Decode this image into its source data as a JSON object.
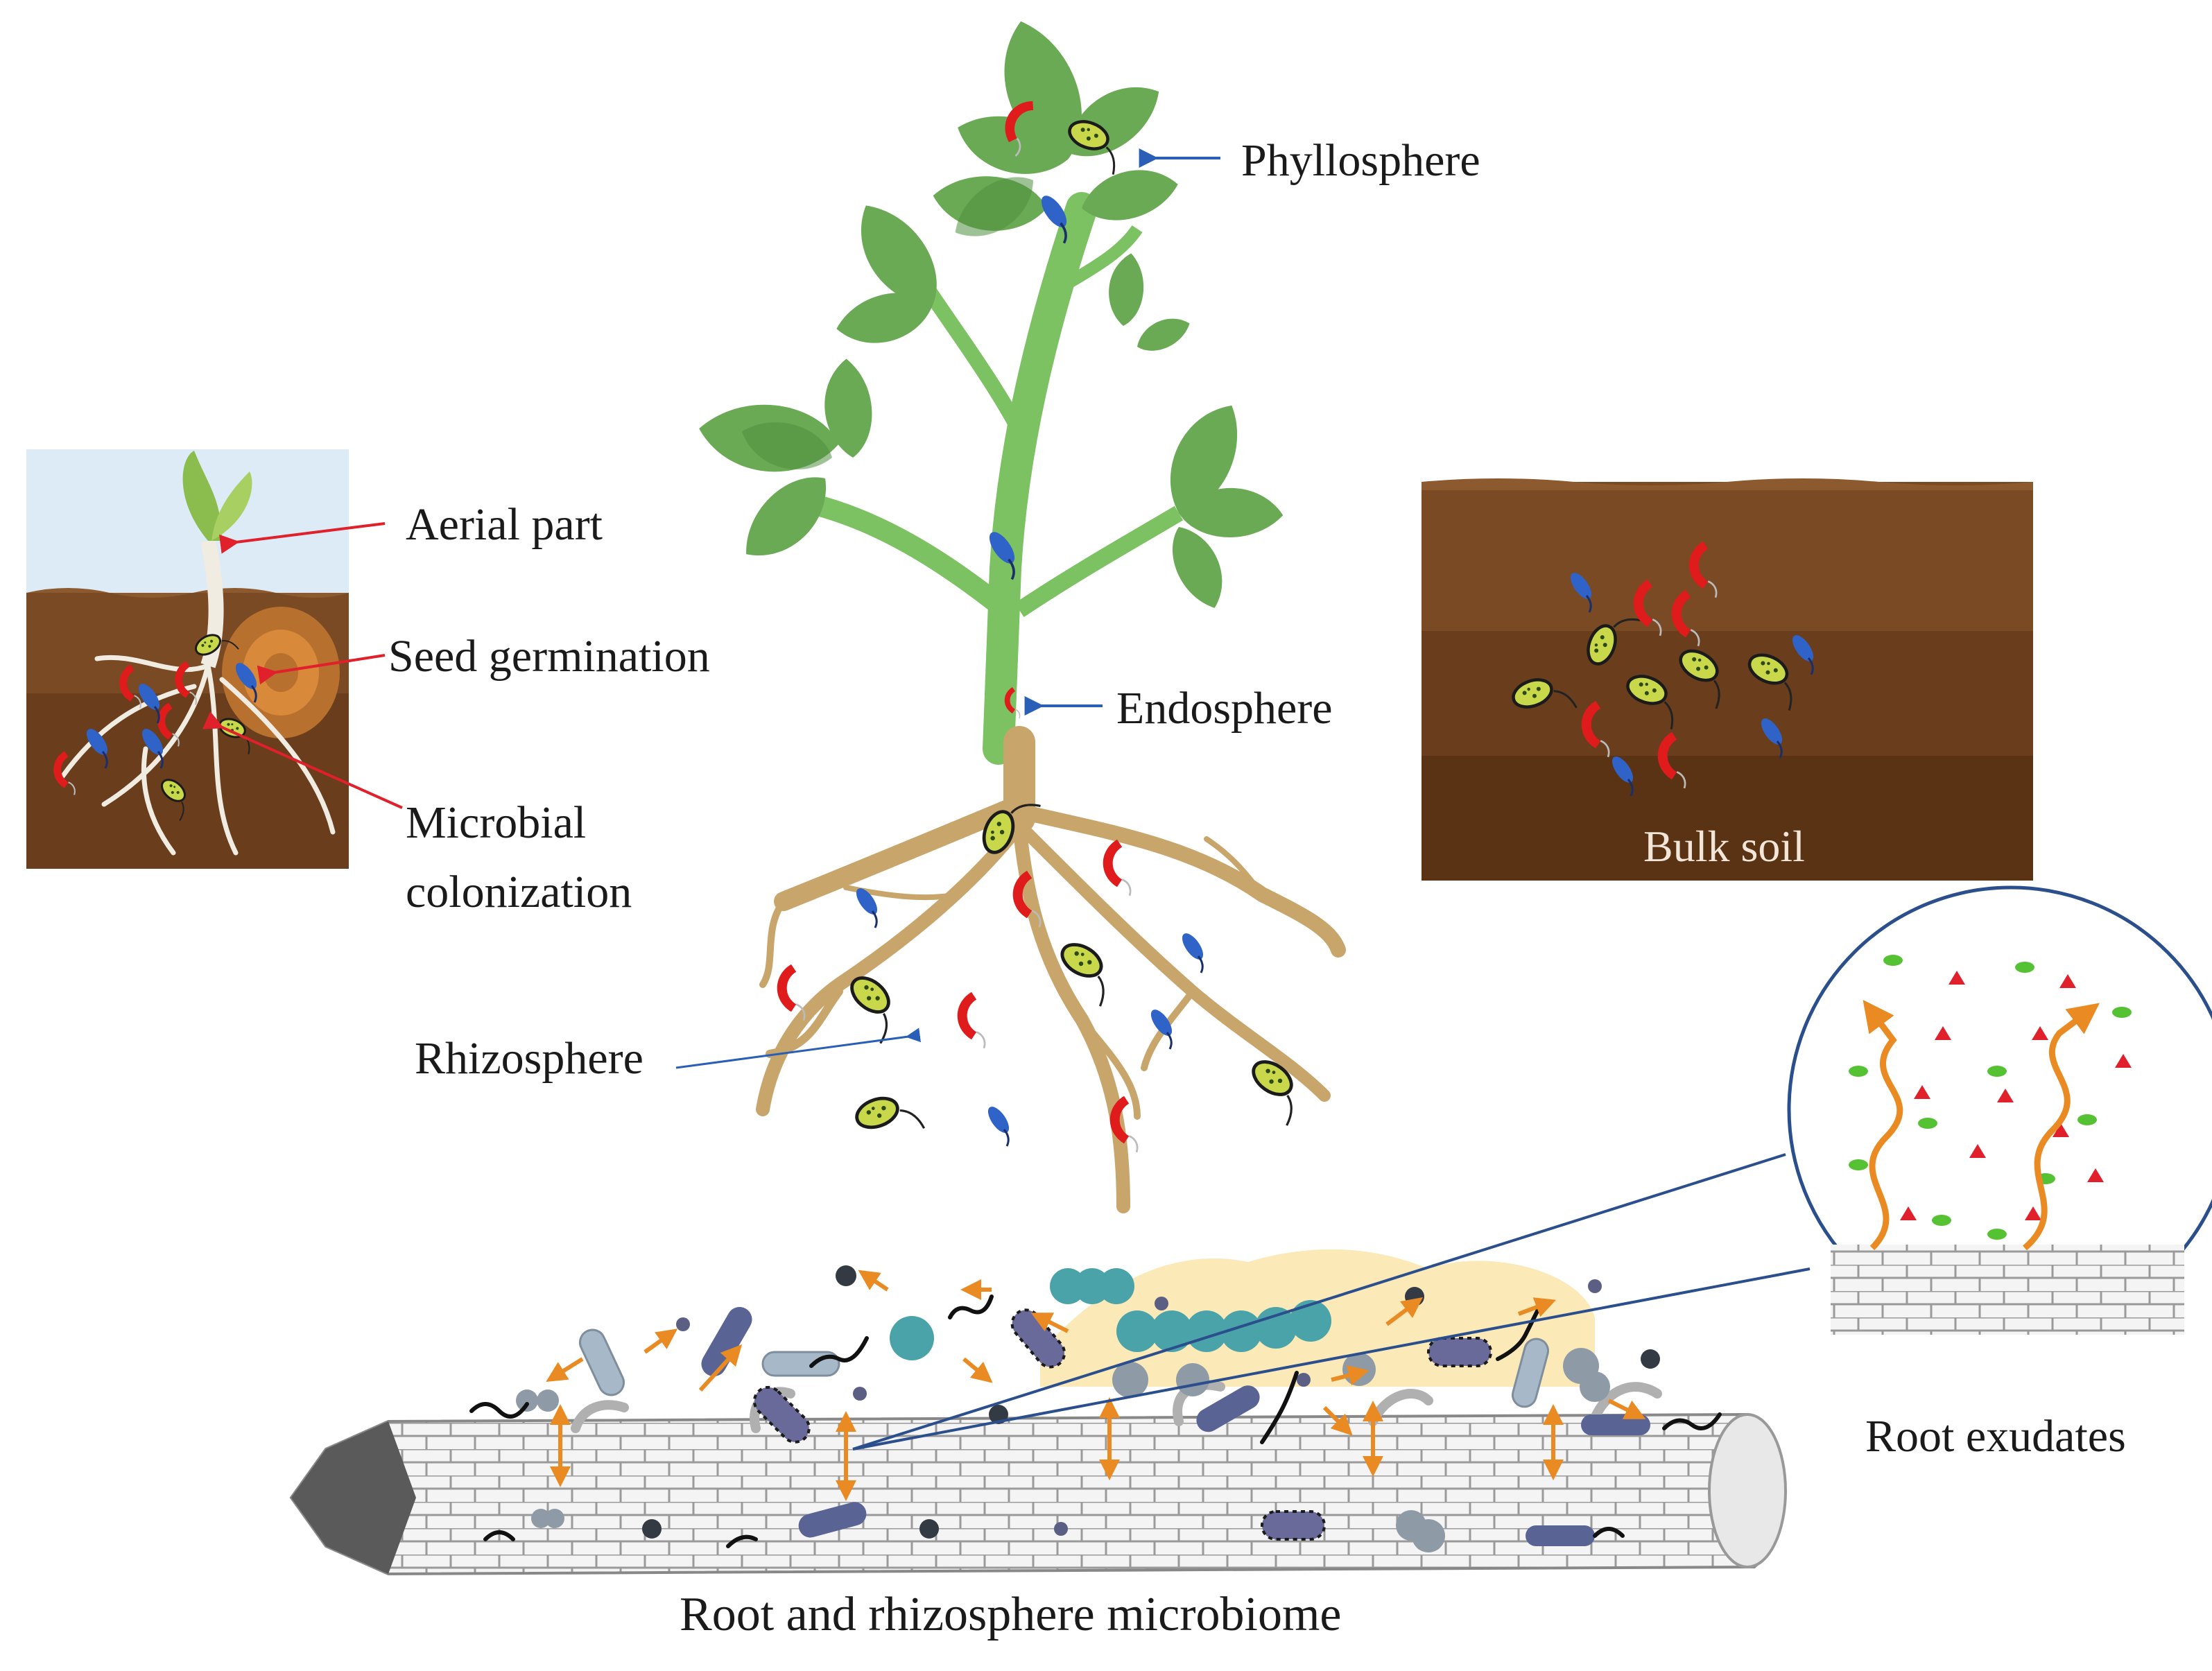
{
  "labels": {
    "phyllosphere": "Phyllosphere",
    "aerial_part": "Aerial part",
    "seed_germination": "Seed germination",
    "microbial_colonization_1": "Microbial",
    "microbial_colonization_2": "colonization",
    "endosphere": "Endosphere",
    "rhizosphere": "Rhizosphere",
    "bulk_soil": "Bulk soil",
    "root_exudates": "Root exudates",
    "caption": "Root and rhizosphere microbiome"
  },
  "colors": {
    "leaf": "#6aaa55",
    "leaf_dark": "#4f8f3e",
    "stem": "#7cc162",
    "root": "#c8a56a",
    "soil_top": "#7a4a24",
    "soil_mid": "#6a3d1c",
    "soil_bottom": "#5a3314",
    "sky": "#dcebf5",
    "rod_bacterium": "#c9d84a",
    "crescent_microbe": "#e01b1b",
    "flagellate": "#2f63c8",
    "exudate_green": "#55c234",
    "exudate_red": "#e0202a",
    "arrow_orange": "#e98b22",
    "callout_blue": "#2a4f8c",
    "rhizo_zone": "#fbe9b8"
  }
}
